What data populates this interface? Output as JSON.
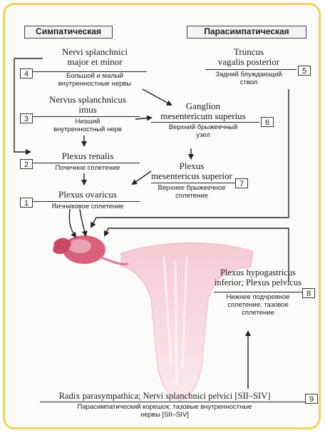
{
  "headers": {
    "sympathetic": "Симпатическая",
    "parasympathetic": "Парасимпатическая"
  },
  "nodes": {
    "n4": {
      "number": "4",
      "latin_line1": "Nervi splanchnici",
      "latin_line2": "major et minor",
      "russian_line1": "Большой и малый",
      "russian_line2": "внутренностные нервы"
    },
    "n3": {
      "number": "3",
      "latin_line1": "Nervus splanchnicus",
      "latin_line2": "imus",
      "russian_line1": "Низший",
      "russian_line2": "внутренностный нерв"
    },
    "n2": {
      "number": "2",
      "latin_line1": "Plexus renalis",
      "russian_line1": "Почечное сплетение"
    },
    "n1": {
      "number": "1",
      "latin_line1": "Plexus ovaricus",
      "russian_line1": "Яичниковое сплетение"
    },
    "n5": {
      "number": "5",
      "latin_line1": "Truncus",
      "latin_line2": "vagalis posterior",
      "russian_line1": "Задний блуждающий",
      "russian_line2": "ствол"
    },
    "n6": {
      "number": "6",
      "latin_line1": "Ganglion",
      "latin_line2": "mesentericum superius",
      "russian_line1": "Верхний брыжеечный",
      "russian_line2": "узел"
    },
    "n7": {
      "number": "7",
      "latin_line1": "Plexus",
      "latin_line2": "mesentericus superior",
      "russian_line1": "Верхнее брыжеечное",
      "russian_line2": "сплетение"
    },
    "n8": {
      "number": "8",
      "latin_line1": "Plexus hypogastricus",
      "latin_line2": "inferior; Plexus pelvicus",
      "russian_line1": "Нижнее подчревное",
      "russian_line2": "сплетение; тазовое",
      "russian_line3": "сплетение"
    },
    "n9": {
      "number": "9",
      "latin_line1": "Radix parasympathica; Nervi splanchnici pelvici [SII–SIV]",
      "russian_line1": "Парасимпатический корешок; тазовые внутренностные",
      "russian_line2": "нервы [SII–SIV]"
    }
  },
  "colors": {
    "border": "#f2d25a",
    "uterus": "#f3c6d0",
    "ovary": "#d8607a"
  }
}
